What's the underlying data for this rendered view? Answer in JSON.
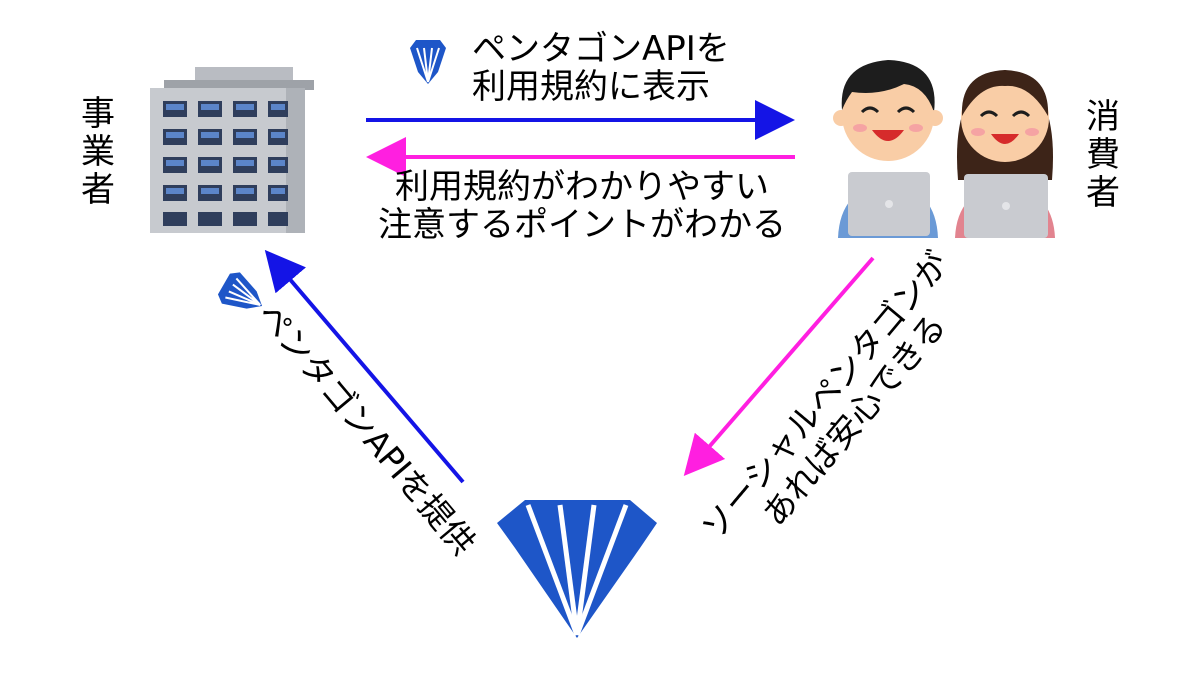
{
  "business": {
    "label": [
      "事",
      "業",
      "者"
    ]
  },
  "consumer": {
    "label": [
      "消",
      "費",
      "者"
    ]
  },
  "arrow_top": {
    "lines": [
      "ペンタゴンAPIを",
      "利用規約に表示"
    ]
  },
  "arrow_bottom": {
    "lines": [
      "利用規約がわかりやすい",
      "注意するポイントがわかる"
    ]
  },
  "arrow_left": {
    "text": "ペンタゴンAPIを提供"
  },
  "arrow_right": {
    "lines": [
      "ソーシャルペンタゴンが",
      "あれば安心できる"
    ]
  },
  "colors": {
    "blue_arrow": "#1414e6",
    "magenta_arrow": "#ff1fe0",
    "logo_blue": "#1e56c8"
  }
}
